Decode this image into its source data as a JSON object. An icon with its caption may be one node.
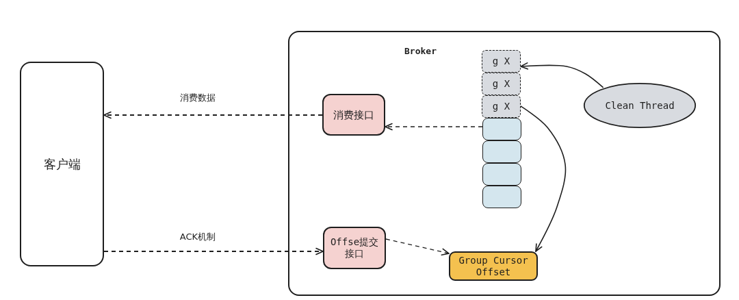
{
  "diagram": {
    "nodes": [
      {
        "text": [
          "客户端"
        ]
      },
      {
        "text": [
          "Broker"
        ]
      },
      {
        "text": [
          "消费接口"
        ],
        "in": 1
      },
      {
        "text": [
          "g X"
        ],
        "in": 1
      },
      {
        "text": [
          "g X"
        ],
        "in": 1
      },
      {
        "text": [
          "g X"
        ],
        "in": 1
      },
      {
        "text": [],
        "shape": "box",
        "in": 1
      },
      {
        "text": [],
        "shape": "box",
        "in": 1
      },
      {
        "text": [],
        "shape": "box",
        "in": 1
      },
      {
        "text": [],
        "shape": "box",
        "in": 1
      },
      {
        "text": [
          "Clean Thread"
        ],
        "in": 1
      },
      {
        "text": [
          "Offse提交接口"
        ],
        "in": 1
      },
      {
        "text": [
          "Group Cursor Offset"
        ],
        "in": 1
      }
    ],
    "edges": [
      {
        "from": 2,
        "to": 0,
        "arrow": "to",
        "label": "消费数据",
        "style": "dashed"
      },
      {
        "from": 0,
        "to": 11,
        "arrow": "to",
        "label": "ACK机制",
        "style": "dashed"
      },
      {
        "from": 6,
        "to": 2,
        "arrow": "to",
        "style": "dashed"
      },
      {
        "from": 11,
        "to": 12,
        "arrow": "to",
        "style": "dashed"
      },
      {
        "from": 10,
        "to": 3,
        "arrow": "to"
      },
      {
        "from": 5,
        "to": 12,
        "arrow": "to"
      }
    ]
  }
}
